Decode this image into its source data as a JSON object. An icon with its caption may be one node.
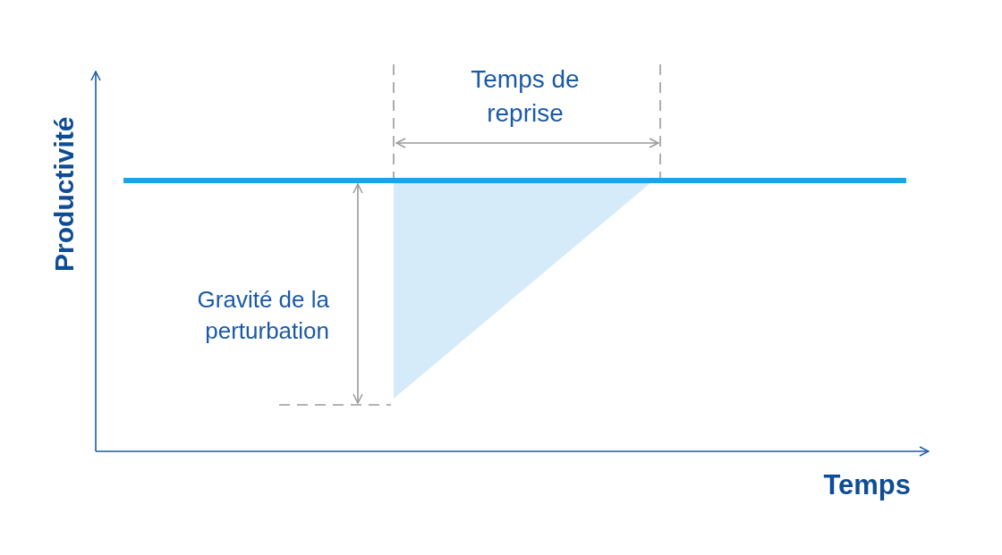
{
  "diagram": {
    "labels": [
      "Temps de reprise",
      "Productivité",
      "Gravité de la perturbation",
      "Temps"
    ]
  }
}
